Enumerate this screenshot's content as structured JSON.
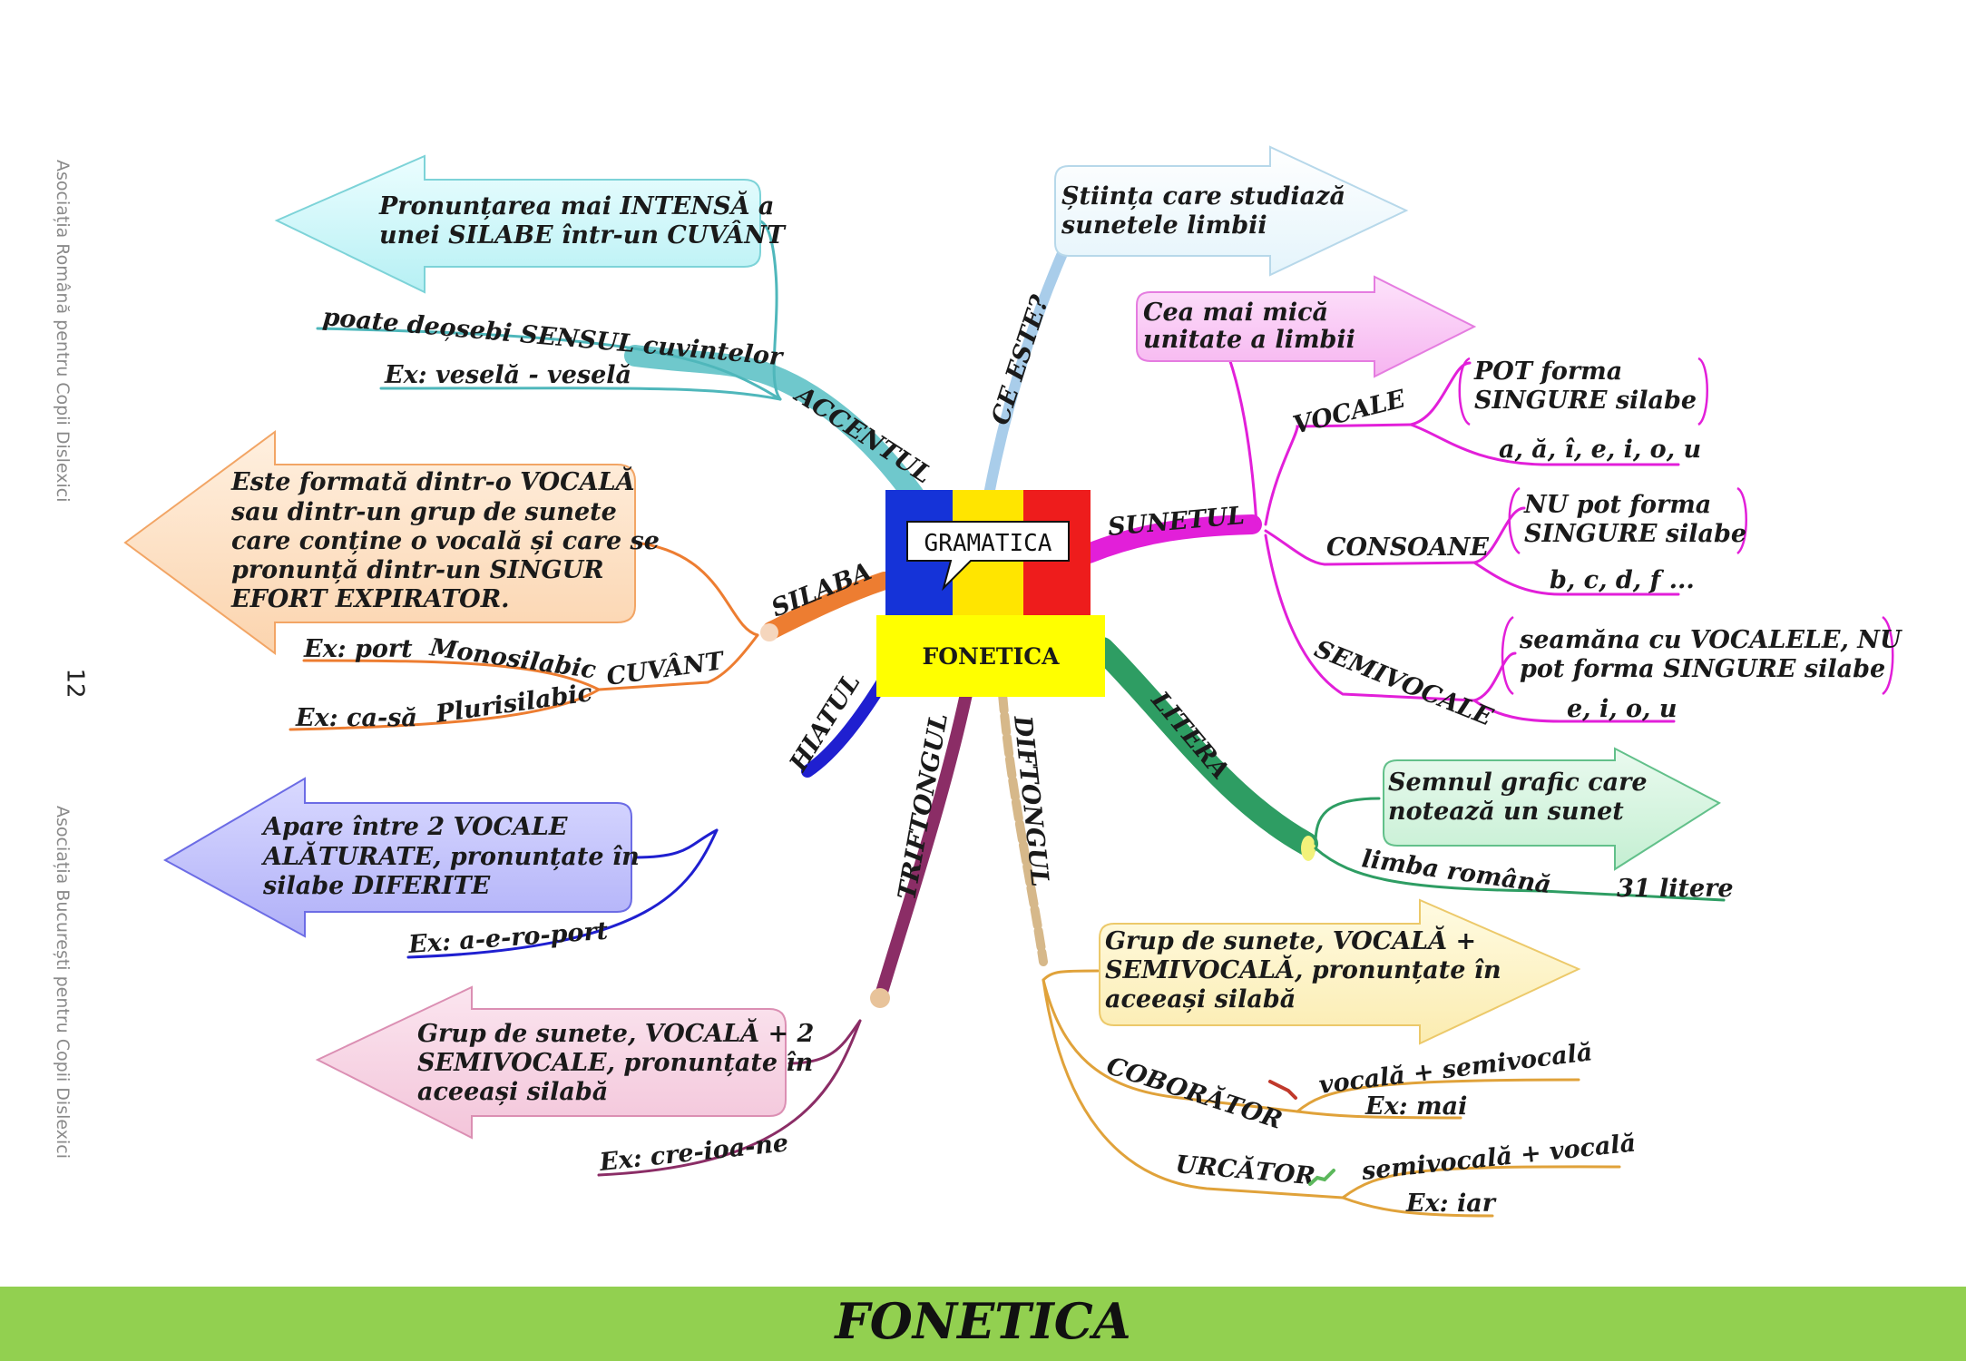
{
  "sidebar": {
    "top": "Asociația Română pentru Copii Dislexici",
    "page_number": "12",
    "bottom": "Asociația București pentru Copii Dislexici"
  },
  "center": {
    "badge": "GRAMATICA",
    "title": "FONETICA"
  },
  "branches": {
    "ce_este": {
      "label": "CE ESTE?",
      "box_lines": [
        "Știința care studiază",
        "sunetele limbii"
      ]
    },
    "sunetul": {
      "label": "SUNETUL",
      "box_lines": [
        "Cea mai mică",
        "unitate a limbii"
      ],
      "vocale": {
        "label": "VOCALE",
        "desc_lines": [
          "POT forma",
          "SINGURE silabe"
        ],
        "examples": "a, ă, î, e, i, o, u"
      },
      "consoane": {
        "label": "CONSOANE",
        "desc_lines": [
          "NU pot forma",
          "SINGURE silabe"
        ],
        "examples": "b, c, d, f ..."
      },
      "semivocale": {
        "label": "SEMIVOCALE",
        "desc_lines": [
          "seamăna cu VOCALELE, NU",
          "pot forma SINGURE silabe"
        ],
        "examples": "e, i, o, u"
      }
    },
    "litera": {
      "label": "LITERA",
      "box_lines": [
        "Semnul grafic care",
        "notează un sunet"
      ],
      "sub_label": "limba română",
      "sub_value": "31 litere"
    },
    "diftongul": {
      "label": "DIFTONGUL",
      "box_lines": [
        "Grup de sunete, VOCALĂ +",
        "SEMIVOCALĂ, pronunțate în",
        "aceeași silabă"
      ],
      "coborator": {
        "label": "COBORĂTOR",
        "rule": "vocală + semivocală",
        "example": "Ex: mai"
      },
      "urcator": {
        "label": "URCĂTOR",
        "rule": "semivocală + vocală",
        "example": "Ex: iar"
      }
    },
    "triftongul": {
      "label": "TRIFTONGUL",
      "box_lines": [
        "Grup de sunete, VOCALĂ + 2",
        "SEMIVOCALE, pronunțate în",
        "aceeași silabă"
      ],
      "example": "Ex: cre-ioa-ne"
    },
    "hiatul": {
      "label": "HIATUL",
      "box_lines": [
        "Apare între 2 VOCALE",
        "ALĂTURATE, pronunțate în",
        "silabe DIFERITE"
      ],
      "example": "Ex: a-e-ro-port"
    },
    "silaba": {
      "label": "SILABA",
      "box_lines": [
        "Este formată dintr-o VOCALĂ",
        "sau dintr-un grup de sunete",
        "care conține o vocală și care se",
        "pronunță dintr-un SINGUR",
        "EFORT EXPIRATOR."
      ],
      "cuvant": {
        "label": "CUVÂNT",
        "mono": "Monosilabic",
        "mono_ex": "Ex: port",
        "pluri": "Plurisilabic",
        "pluri_ex": "Ex: ca-să"
      }
    },
    "accentul": {
      "label": "ACCENTUL",
      "box_lines": [
        "Pronunțarea mai INTENSĂ a",
        "unei SILABE într-un CUVÂNT"
      ],
      "sense": "poate deosebi SENSUL cuvintelor",
      "example": "Ex: veselă - veselă"
    }
  },
  "footer": {
    "title": "FONETICA"
  }
}
